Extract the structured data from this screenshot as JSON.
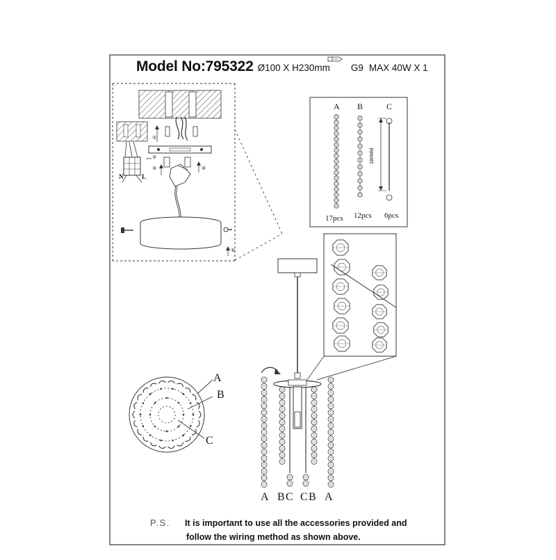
{
  "header": {
    "model": "Model No:795322",
    "dimensions": "Ø100 X H230mm",
    "socket": "G9",
    "power": "MAX 40W X 1"
  },
  "wiring_detail": {
    "neutral": "N",
    "live": "L",
    "steps": [
      "①",
      "②",
      "③",
      "④",
      "⑤"
    ]
  },
  "strand_types": [
    {
      "letter": "A",
      "count": "17pcs"
    },
    {
      "letter": "B",
      "count": "12pcs"
    },
    {
      "letter": "C",
      "count": "6pcs"
    }
  ],
  "rod_length": "180MM",
  "top_view_labels": [
    "A",
    "B",
    "C"
  ],
  "bottom_labels": [
    "A",
    "B",
    "C",
    "C",
    "B",
    "A"
  ],
  "footer": {
    "ps": "P.S.",
    "note_line1": "It is important to use all the accessories provided and",
    "note_line2": "follow the wiring method as shown above."
  },
  "colors": {
    "line": "#333333",
    "ceiling_hatch": "#555555",
    "paper": "#ffffff"
  }
}
